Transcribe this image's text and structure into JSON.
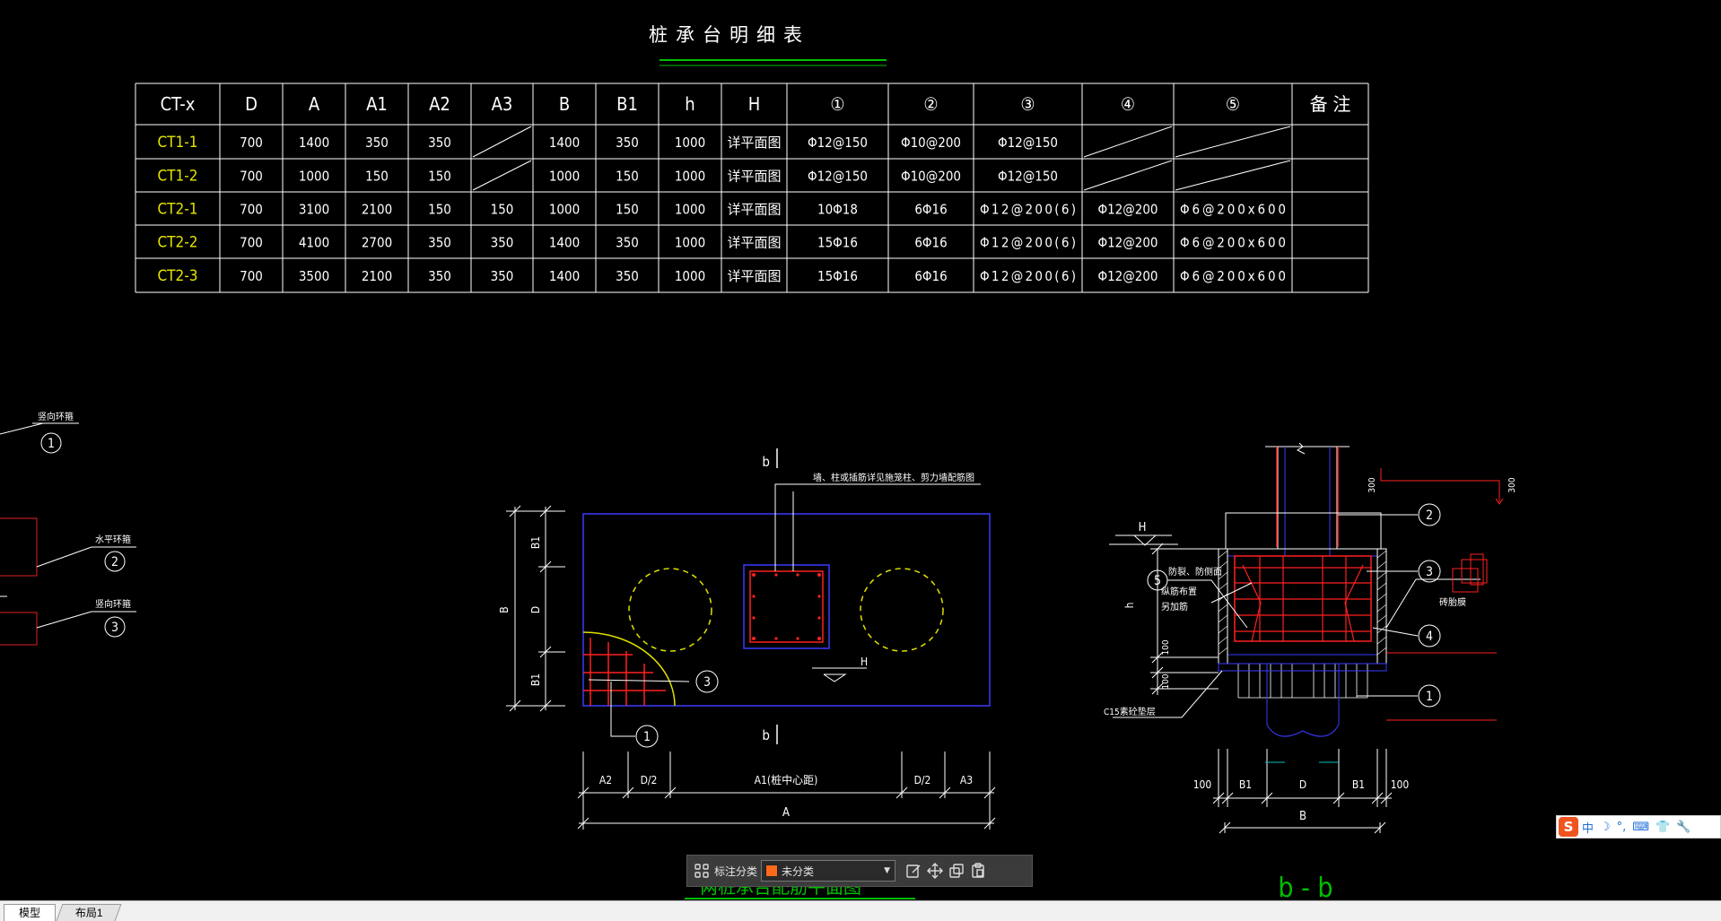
{
  "drawing": {
    "table_title": "桩承台明细表",
    "table": {
      "headers": [
        "CT-x",
        "D",
        "A",
        "A1",
        "A2",
        "A3",
        "B",
        "B1",
        "h",
        "H",
        "①",
        "②",
        "③",
        "④",
        "⑤",
        "备 注"
      ],
      "rows": [
        [
          "CT1-1",
          "700",
          "1400",
          "350",
          "350",
          "",
          "1400",
          "350",
          "1000",
          "详平面图",
          "Φ12@150",
          "Φ10@200",
          "Φ12@150",
          "",
          "",
          ""
        ],
        [
          "CT1-2",
          "700",
          "1000",
          "150",
          "150",
          "",
          "1000",
          "150",
          "1000",
          "详平面图",
          "Φ12@150",
          "Φ10@200",
          "Φ12@150",
          "",
          "",
          ""
        ],
        [
          "CT2-1",
          "700",
          "3100",
          "2100",
          "150",
          "150",
          "1000",
          "150",
          "1000",
          "详平面图",
          "10Φ18",
          "6Φ16",
          "Φ12@200(6)",
          "Φ12@200",
          "Φ6@200x600",
          ""
        ],
        [
          "CT2-2",
          "700",
          "4100",
          "2700",
          "350",
          "350",
          "1400",
          "350",
          "1000",
          "详平面图",
          "15Φ16",
          "6Φ16",
          "Φ12@200(6)",
          "Φ12@200",
          "Φ6@200x600",
          ""
        ],
        [
          "CT2-3",
          "700",
          "3500",
          "2100",
          "350",
          "350",
          "1400",
          "350",
          "1000",
          "详平面图",
          "15Φ16",
          "6Φ16",
          "Φ12@200(6)",
          "Φ12@200",
          "Φ6@200x600",
          ""
        ]
      ],
      "slashed_cells": [
        [
          0,
          5
        ],
        [
          1,
          5
        ],
        [
          0,
          13
        ],
        [
          0,
          14
        ],
        [
          1,
          13
        ],
        [
          1,
          14
        ]
      ]
    },
    "left_labels": [
      {
        "text": "竖向环箍",
        "num": "1"
      },
      {
        "text": "水平环箍",
        "num": "2"
      },
      {
        "text": "竖向环箍",
        "num": "3"
      }
    ],
    "plan": {
      "section_mark": "b",
      "column_note": "墙、柱或插筋详见施笼柱、剪力墙配筋图",
      "level_mark": "H",
      "callout_3": "3",
      "callout_1": "1",
      "dim_left": [
        "B1",
        "D",
        "B1"
      ],
      "dim_left_total": "B",
      "dim_bottom": [
        "A2",
        "D/2",
        "A1(桩中心距)",
        "D/2",
        "A3"
      ],
      "dim_bottom_total": "A"
    },
    "section": {
      "level_mark": "H",
      "note_5": "防裂、防侧面\n纵筋布置\n另加筋",
      "dim_h": "h",
      "dim_100a": "100",
      "dim_100b": "100",
      "dim_300a": "300",
      "dim_300b": "300",
      "brick_note": "砖胎膜",
      "c15_note": "C15素砼垫层",
      "callouts": [
        "2",
        "3",
        "4",
        "1"
      ],
      "callout_5": "5",
      "dim_bottom": [
        "100",
        "B1",
        "D",
        "B1",
        "100"
      ],
      "dim_bottom_total": "B",
      "title": "b - b"
    },
    "bottom_fragment": "两桩承台配筋平面图"
  },
  "annotation_toolbar": {
    "label": "标注分类",
    "category_value": "未分类",
    "category_color": "#ff6a1a"
  },
  "ime": {
    "logo": "S",
    "items": [
      "中",
      "☽",
      "°,",
      "⌨",
      "👕",
      "🔧"
    ]
  },
  "tabs": [
    "模型",
    "布局1"
  ]
}
